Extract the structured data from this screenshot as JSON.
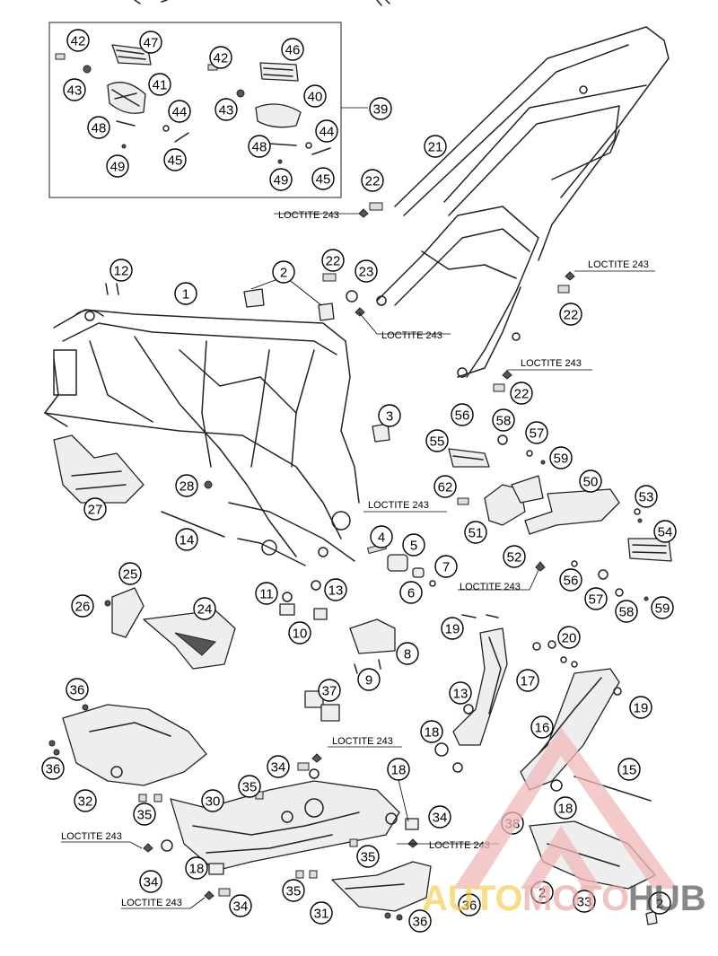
{
  "header_fragment": "",
  "inset_callout": "39",
  "loctite_label": "LOCTITE 243",
  "callouts": [
    {
      "id": "c42a",
      "n": "42"
    },
    {
      "id": "c47",
      "n": "47"
    },
    {
      "id": "c43a",
      "n": "43"
    },
    {
      "id": "c41",
      "n": "41"
    },
    {
      "id": "c48a",
      "n": "48"
    },
    {
      "id": "c44a",
      "n": "44"
    },
    {
      "id": "c49a",
      "n": "49"
    },
    {
      "id": "c45a",
      "n": "45"
    },
    {
      "id": "c42b",
      "n": "42"
    },
    {
      "id": "c46",
      "n": "46"
    },
    {
      "id": "c43b",
      "n": "43"
    },
    {
      "id": "c40",
      "n": "40"
    },
    {
      "id": "c48b",
      "n": "48"
    },
    {
      "id": "c44b",
      "n": "44"
    },
    {
      "id": "c49b",
      "n": "49"
    },
    {
      "id": "c45b",
      "n": "45"
    },
    {
      "id": "c39",
      "n": "39"
    },
    {
      "id": "c21",
      "n": "21"
    },
    {
      "id": "c22a",
      "n": "22"
    },
    {
      "id": "c22b",
      "n": "22"
    },
    {
      "id": "c23",
      "n": "23"
    },
    {
      "id": "c22c",
      "n": "22"
    },
    {
      "id": "c22d",
      "n": "22"
    },
    {
      "id": "c12",
      "n": "12"
    },
    {
      "id": "c1",
      "n": "1"
    },
    {
      "id": "c2a",
      "n": "2"
    },
    {
      "id": "c3",
      "n": "3"
    },
    {
      "id": "c56a",
      "n": "56"
    },
    {
      "id": "c58a",
      "n": "58"
    },
    {
      "id": "c57a",
      "n": "57"
    },
    {
      "id": "c55",
      "n": "55"
    },
    {
      "id": "c59a",
      "n": "59"
    },
    {
      "id": "c27",
      "n": "27"
    },
    {
      "id": "c28",
      "n": "28"
    },
    {
      "id": "c62",
      "n": "62"
    },
    {
      "id": "c50",
      "n": "50"
    },
    {
      "id": "c53",
      "n": "53"
    },
    {
      "id": "c51",
      "n": "51"
    },
    {
      "id": "c54",
      "n": "54"
    },
    {
      "id": "c14",
      "n": "14"
    },
    {
      "id": "c4",
      "n": "4"
    },
    {
      "id": "c5",
      "n": "5"
    },
    {
      "id": "c7",
      "n": "7"
    },
    {
      "id": "c52",
      "n": "52"
    },
    {
      "id": "c6",
      "n": "6"
    },
    {
      "id": "c56b",
      "n": "56"
    },
    {
      "id": "c25",
      "n": "25"
    },
    {
      "id": "c11",
      "n": "11"
    },
    {
      "id": "c13a",
      "n": "13"
    },
    {
      "id": "c26",
      "n": "26"
    },
    {
      "id": "c24",
      "n": "24"
    },
    {
      "id": "c57b",
      "n": "57"
    },
    {
      "id": "c58b",
      "n": "58"
    },
    {
      "id": "c59b",
      "n": "59"
    },
    {
      "id": "c10",
      "n": "10"
    },
    {
      "id": "c19a",
      "n": "19"
    },
    {
      "id": "c20",
      "n": "20"
    },
    {
      "id": "c8",
      "n": "8"
    },
    {
      "id": "c9",
      "n": "9"
    },
    {
      "id": "c17",
      "n": "17"
    },
    {
      "id": "c36a",
      "n": "36"
    },
    {
      "id": "c37",
      "n": "37"
    },
    {
      "id": "c13b",
      "n": "13"
    },
    {
      "id": "c19b",
      "n": "19"
    },
    {
      "id": "c18a",
      "n": "18"
    },
    {
      "id": "c16",
      "n": "16"
    },
    {
      "id": "c36b",
      "n": "36"
    },
    {
      "id": "c34a",
      "n": "34"
    },
    {
      "id": "c18b",
      "n": "18"
    },
    {
      "id": "c15",
      "n": "15"
    },
    {
      "id": "c32",
      "n": "32"
    },
    {
      "id": "c35a",
      "n": "35"
    },
    {
      "id": "c30",
      "n": "30"
    },
    {
      "id": "c35b",
      "n": "35"
    },
    {
      "id": "c34b",
      "n": "34"
    },
    {
      "id": "c18c",
      "n": "18"
    },
    {
      "id": "c38",
      "n": "38"
    },
    {
      "id": "c18d",
      "n": "18"
    },
    {
      "id": "c35c",
      "n": "35"
    },
    {
      "id": "c34c",
      "n": "34"
    },
    {
      "id": "c35d",
      "n": "35"
    },
    {
      "id": "c34d",
      "n": "34"
    },
    {
      "id": "c31",
      "n": "31"
    },
    {
      "id": "c36c",
      "n": "36"
    },
    {
      "id": "c36d",
      "n": "36"
    },
    {
      "id": "c2b",
      "n": "2"
    },
    {
      "id": "c33",
      "n": "33"
    },
    {
      "id": "c2c",
      "n": "2"
    }
  ],
  "watermark": {
    "part1": "AUTO",
    "part2": "MOTO",
    "part3": "HUB",
    "color1": "#f5c842",
    "color2": "#e8a0a0",
    "color3": "#444444"
  }
}
